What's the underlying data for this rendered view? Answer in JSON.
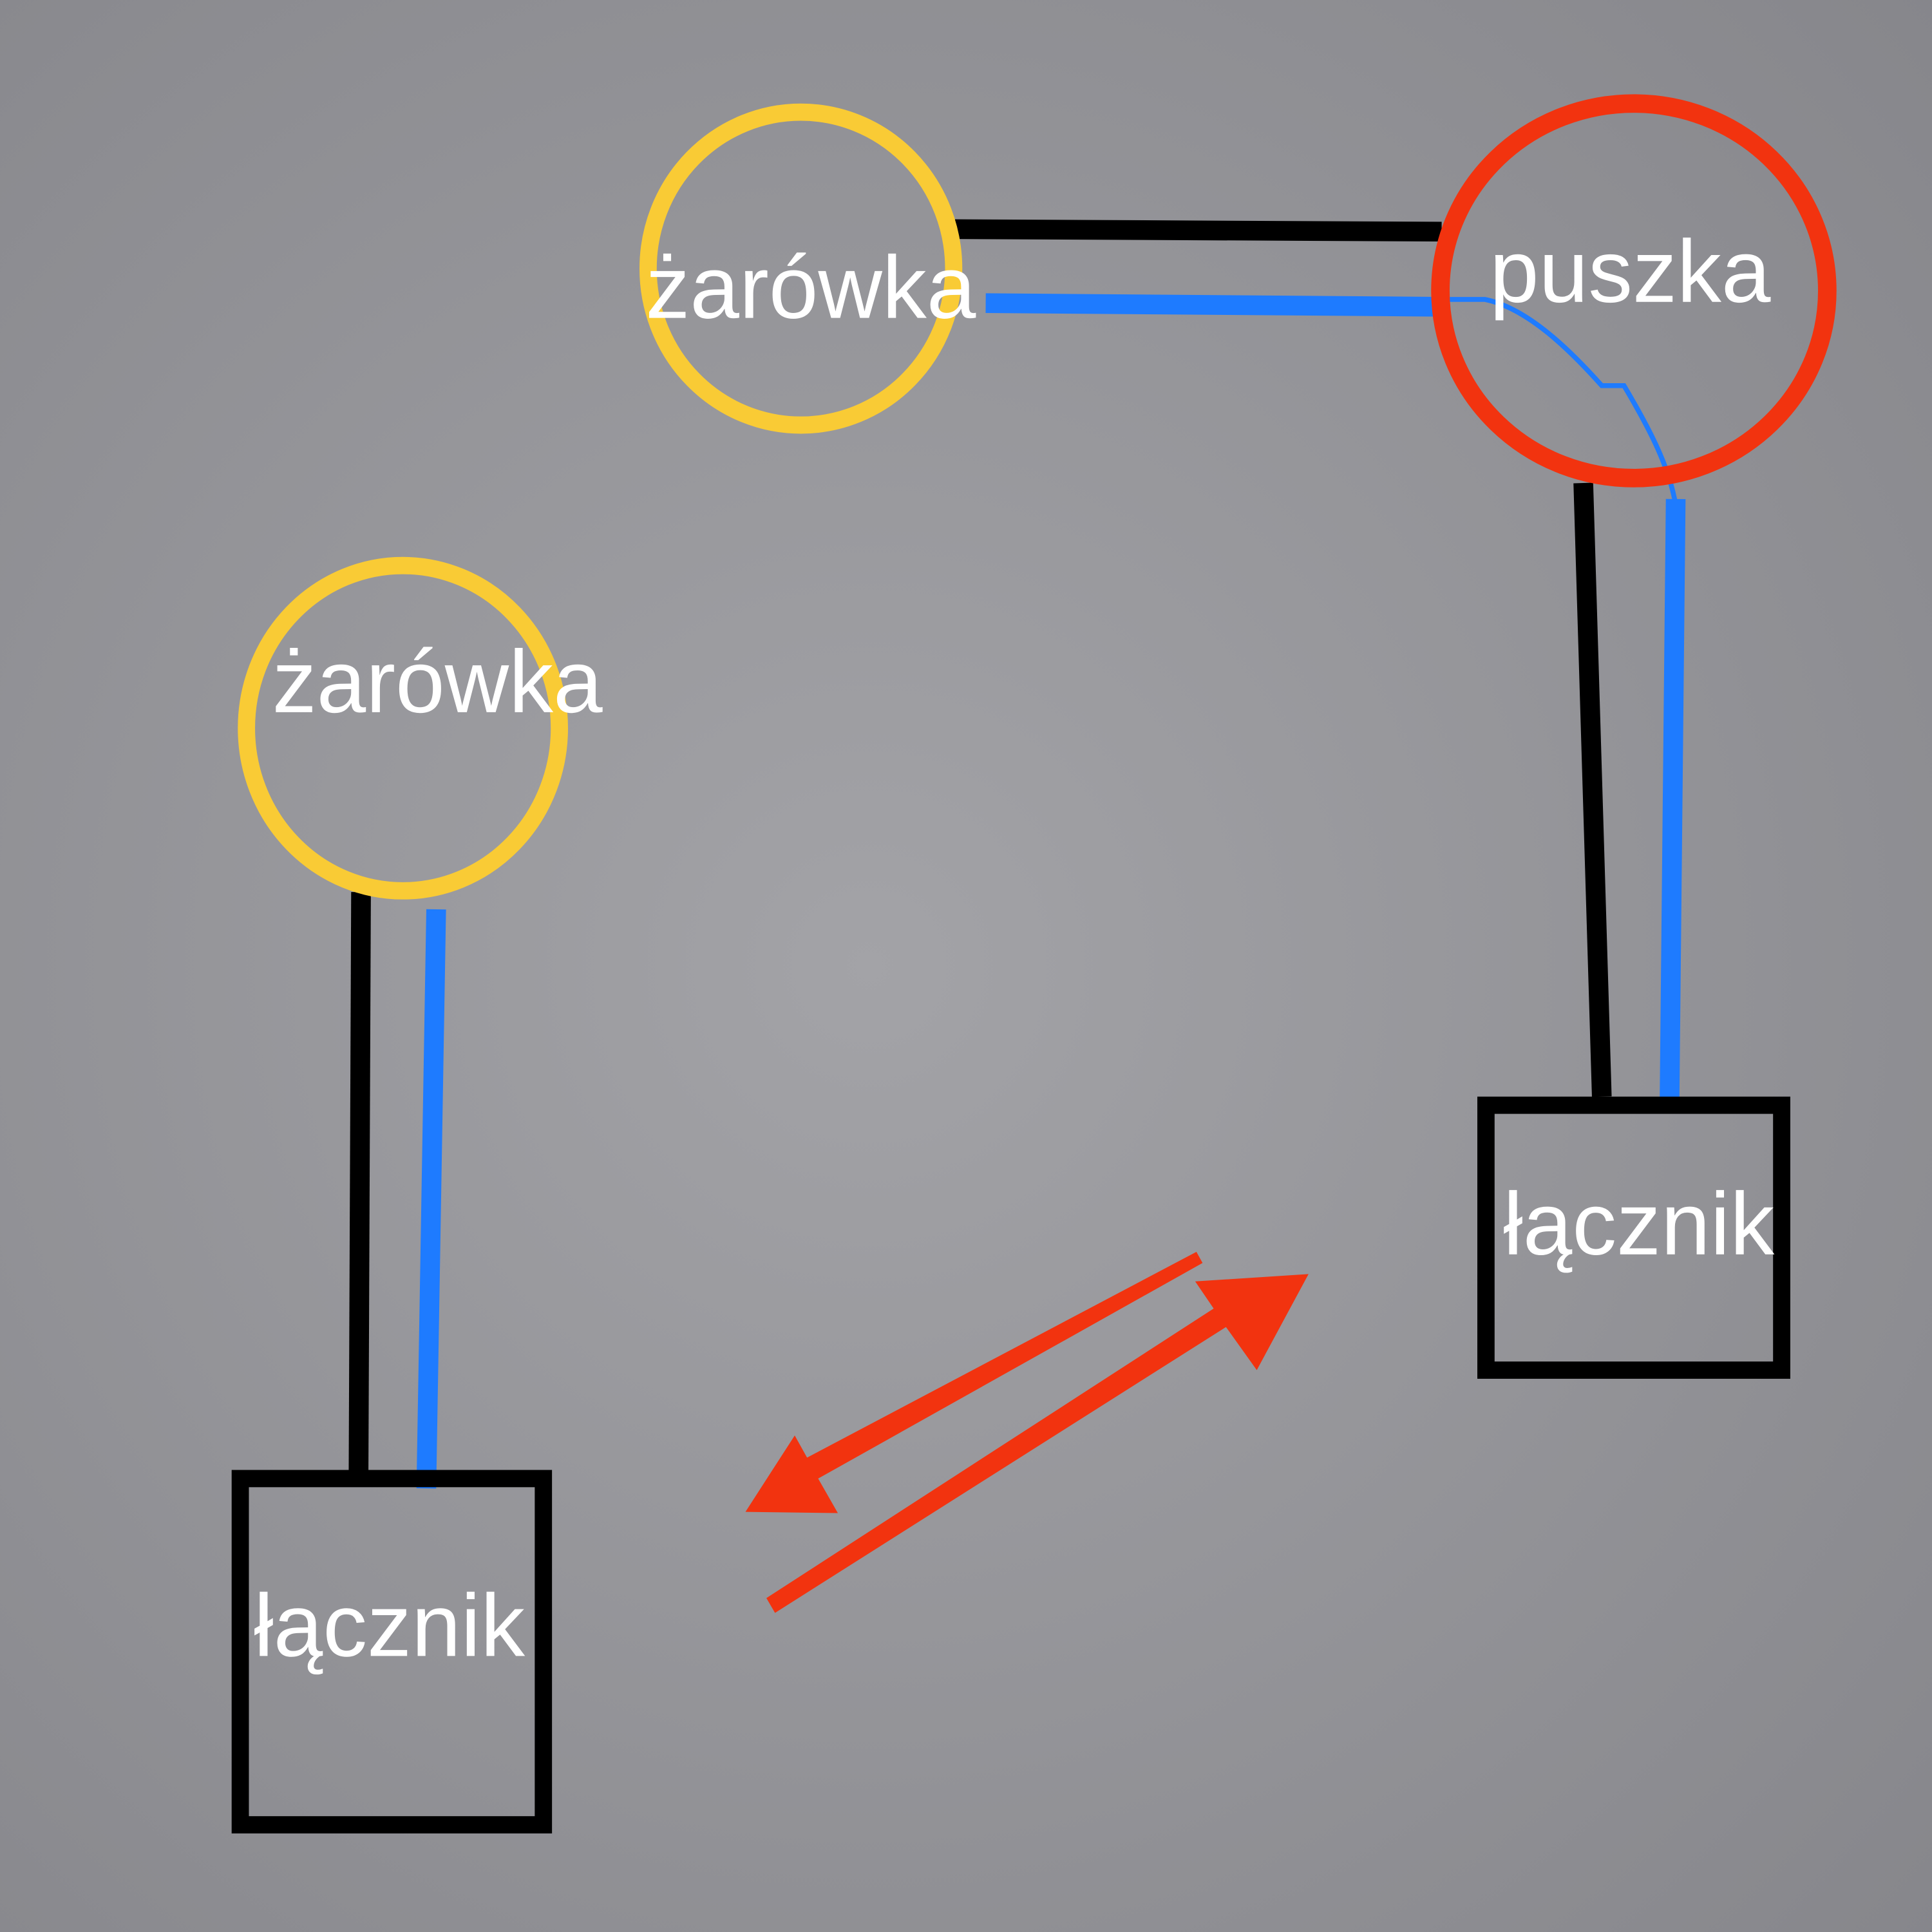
{
  "diagram": {
    "labels": {
      "bulb_top": "żarówka",
      "junction_box": "puszka",
      "bulb_left": "żarówka",
      "switch_right": "łącznik",
      "switch_left": "łącznik"
    },
    "colors": {
      "bulb": "#F9CB35",
      "junction": "#F2330F",
      "neutral_wire": "#1E7BFF",
      "live_wire": "#000000",
      "arrow": "#F2330F"
    }
  }
}
